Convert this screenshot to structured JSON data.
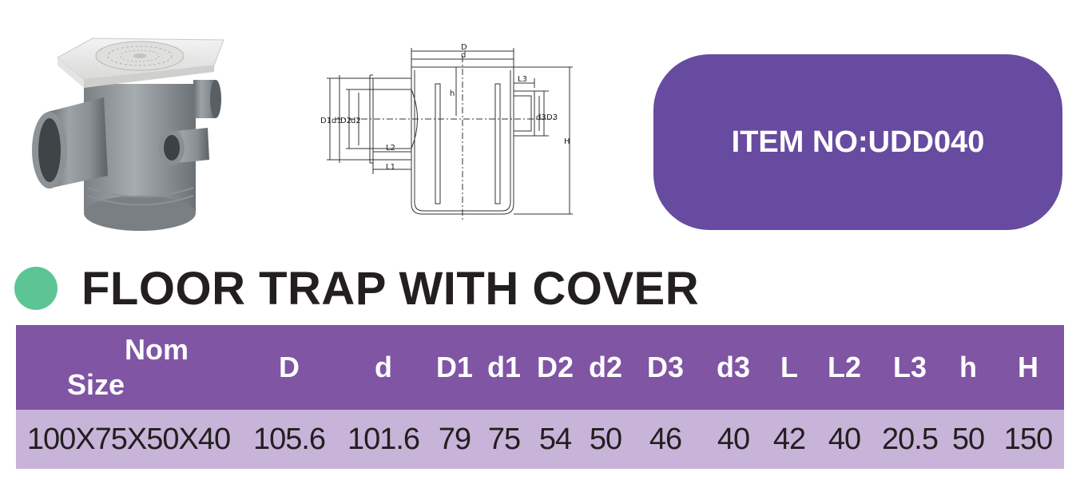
{
  "item": {
    "label": "ITEM NO:",
    "code": "UDD040"
  },
  "title": "FLOOR TRAP WITH COVER",
  "drawing_labels": [
    "D",
    "d",
    "D1",
    "d1",
    "D2",
    "d2",
    "D3",
    "d3",
    "L1",
    "L2",
    "L3",
    "h",
    "H"
  ],
  "table": {
    "nom_line1": "Nom",
    "nom_line2": "Size",
    "headers": [
      "D",
      "d",
      "D1",
      "d1",
      "D2",
      "d2",
      "D3",
      "d3",
      "L",
      "L2",
      "L3",
      "h",
      "H"
    ],
    "rows": [
      [
        "100X75X50X40",
        "105.6",
        "101.6",
        "79",
        "75",
        "54",
        "50",
        "46",
        "40",
        "42",
        "40",
        "20.5",
        "50",
        "150"
      ]
    ]
  },
  "colors": {
    "pill": "#674ba0",
    "header": "#7f55a4",
    "row": "#c8b4d9",
    "dot": "#5dc495",
    "text": "#231f20"
  }
}
